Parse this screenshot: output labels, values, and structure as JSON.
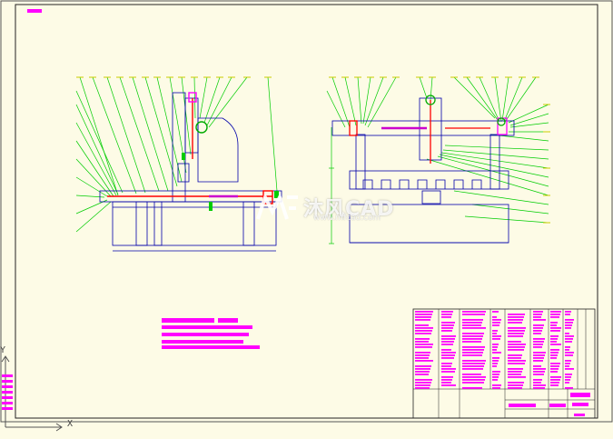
{
  "watermark": {
    "brand": "沐风CAD",
    "site": "www.mfcad.com"
  },
  "ucs": {
    "x_label": "X",
    "y_label": "Y"
  },
  "colors": {
    "background": "#fdfbe6",
    "frame": "#000000",
    "leader": "#00cc00",
    "annotation": "#ff00ff",
    "drawing": "#0000aa",
    "part_red": "#ff0000",
    "part_yellow": "#cccc00"
  }
}
